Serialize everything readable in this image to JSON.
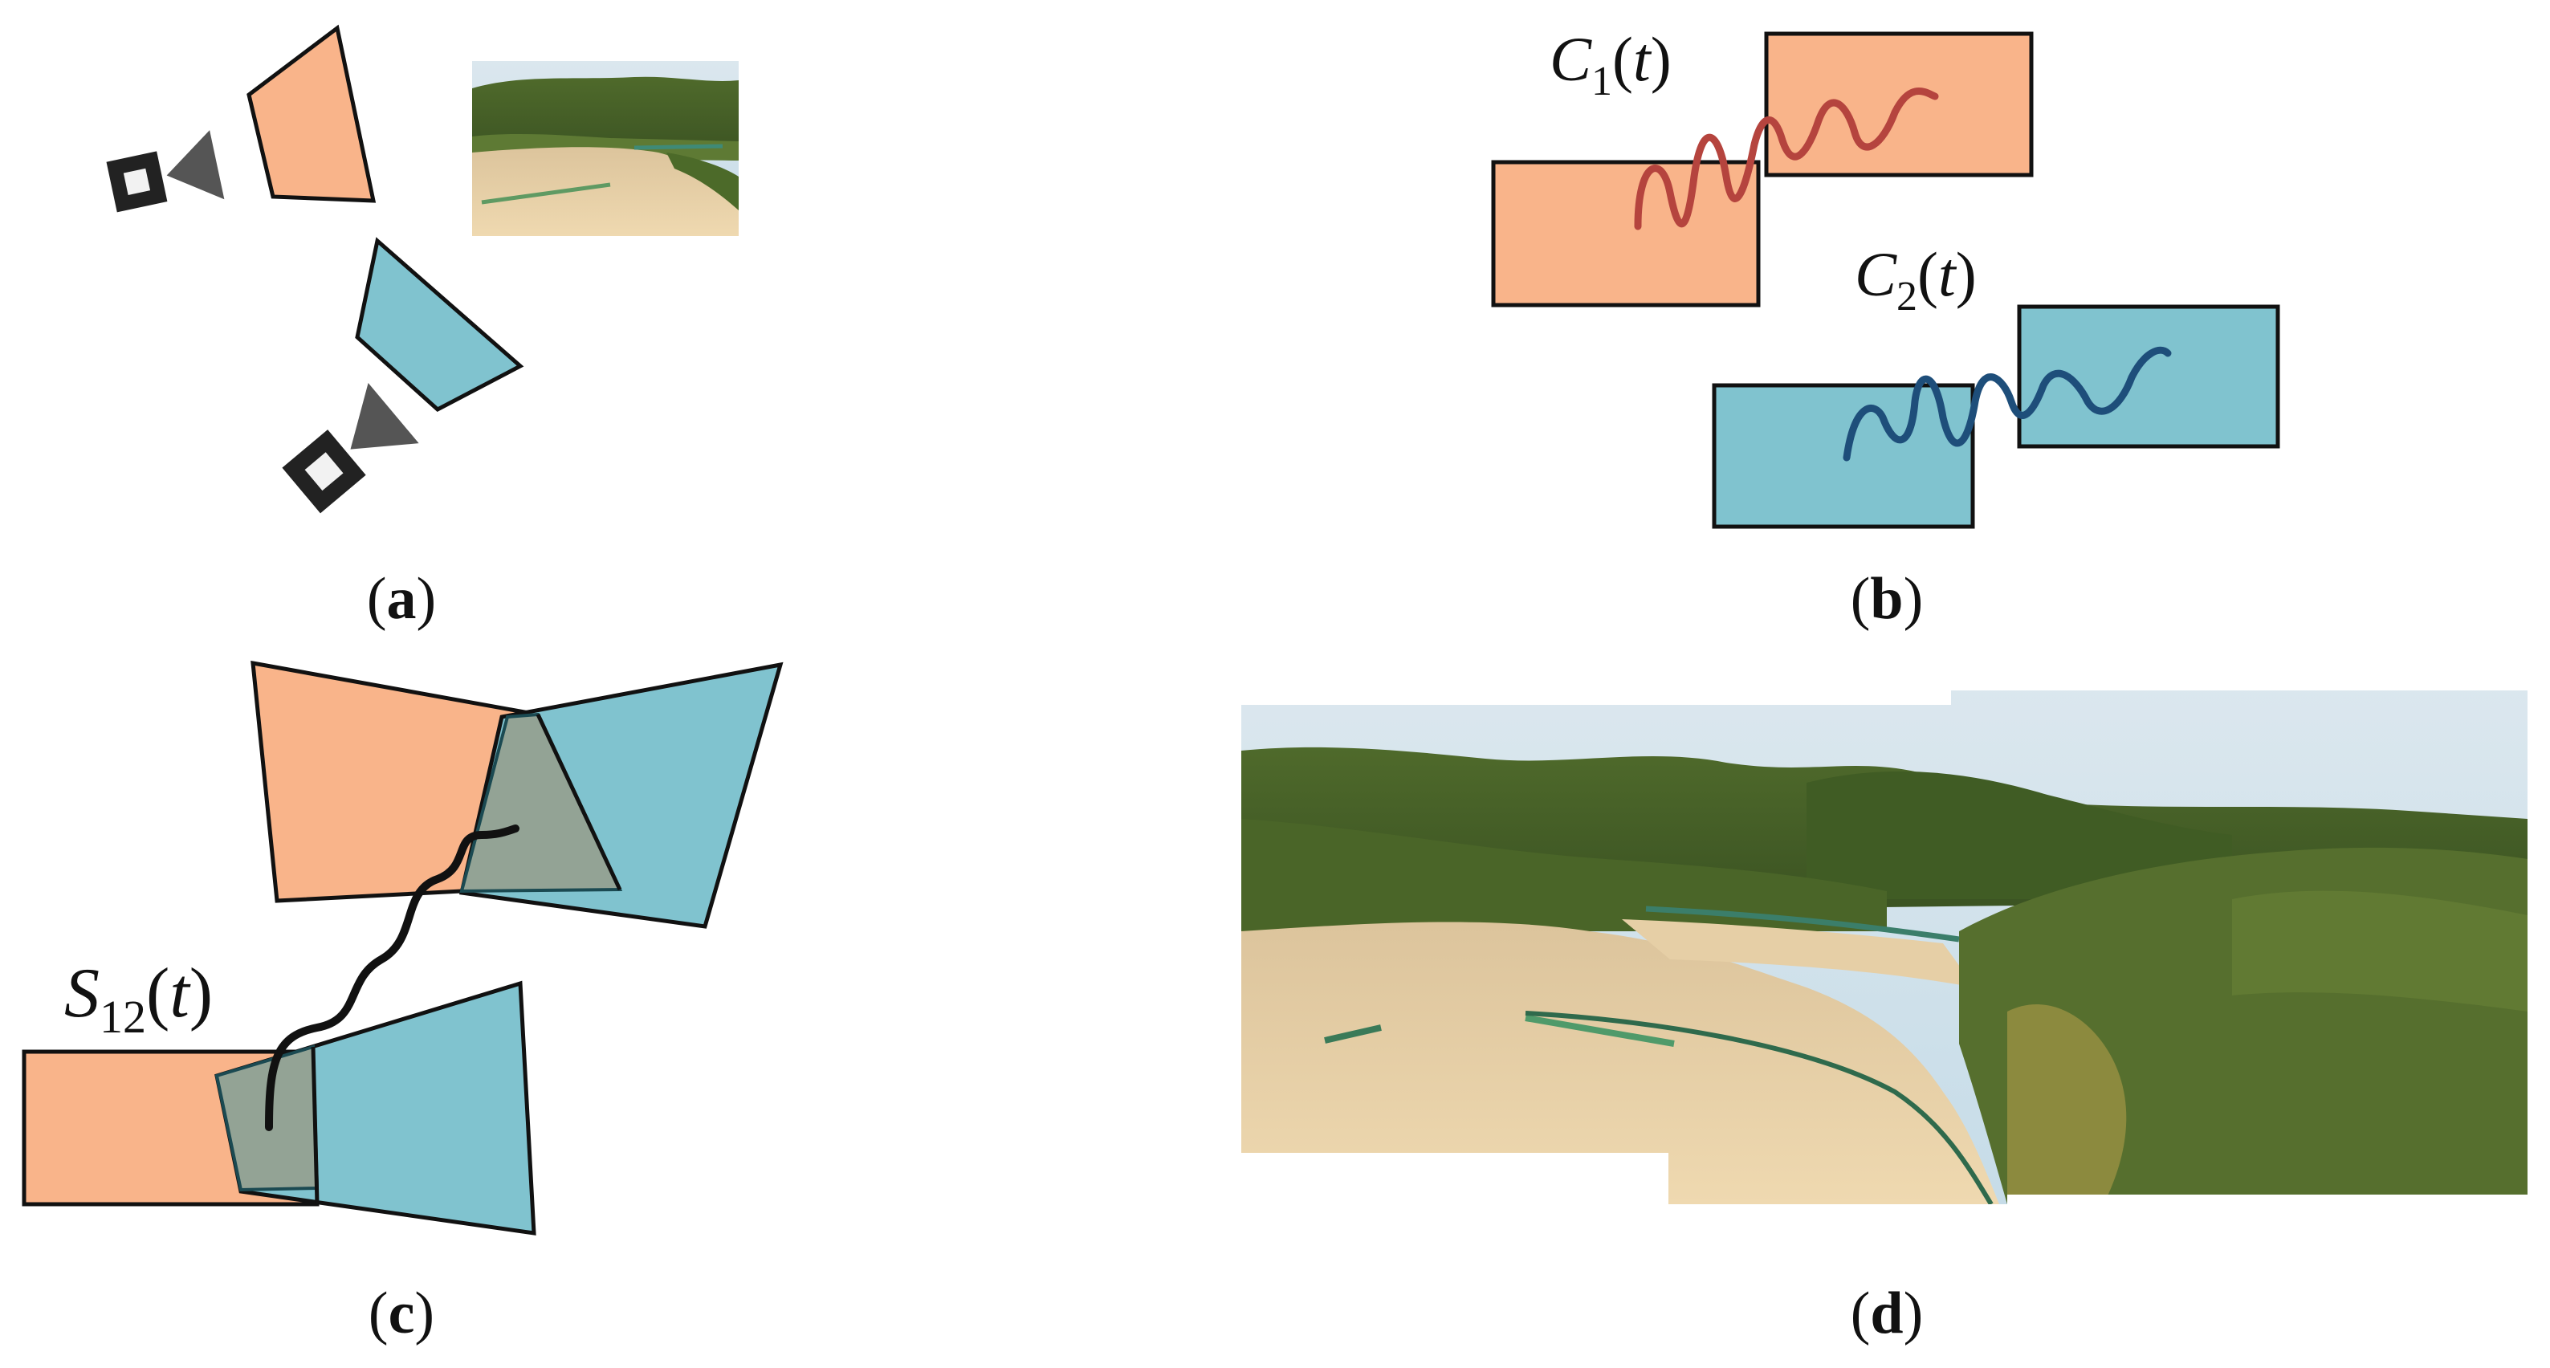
{
  "colors": {
    "orange": "#F9B48A",
    "blue": "#80C3CF",
    "overlap": "#93A395",
    "outline": "#111111",
    "curve_c1_dark": "#B5443E",
    "curve_c1_light": "#E0552E",
    "curve_c2": "#1E4E7A",
    "camera_body": "#222222",
    "camera_lens": "#555555"
  },
  "panels": {
    "a": {
      "label": "a"
    },
    "b": {
      "label": "b",
      "curve1": {
        "symbol": "C",
        "subscript": "1",
        "arg": "t"
      },
      "curve2": {
        "symbol": "C",
        "subscript": "2",
        "arg": "t"
      }
    },
    "c": {
      "label": "c",
      "seam": {
        "symbol": "S",
        "subscript": "12",
        "arg": "t"
      }
    },
    "d": {
      "label": "d"
    }
  },
  "icons": {
    "camera_top": "camera-icon",
    "camera_bottom": "camera-icon",
    "thumbnail": "landscape-photo",
    "panorama": "landscape-panorama"
  }
}
